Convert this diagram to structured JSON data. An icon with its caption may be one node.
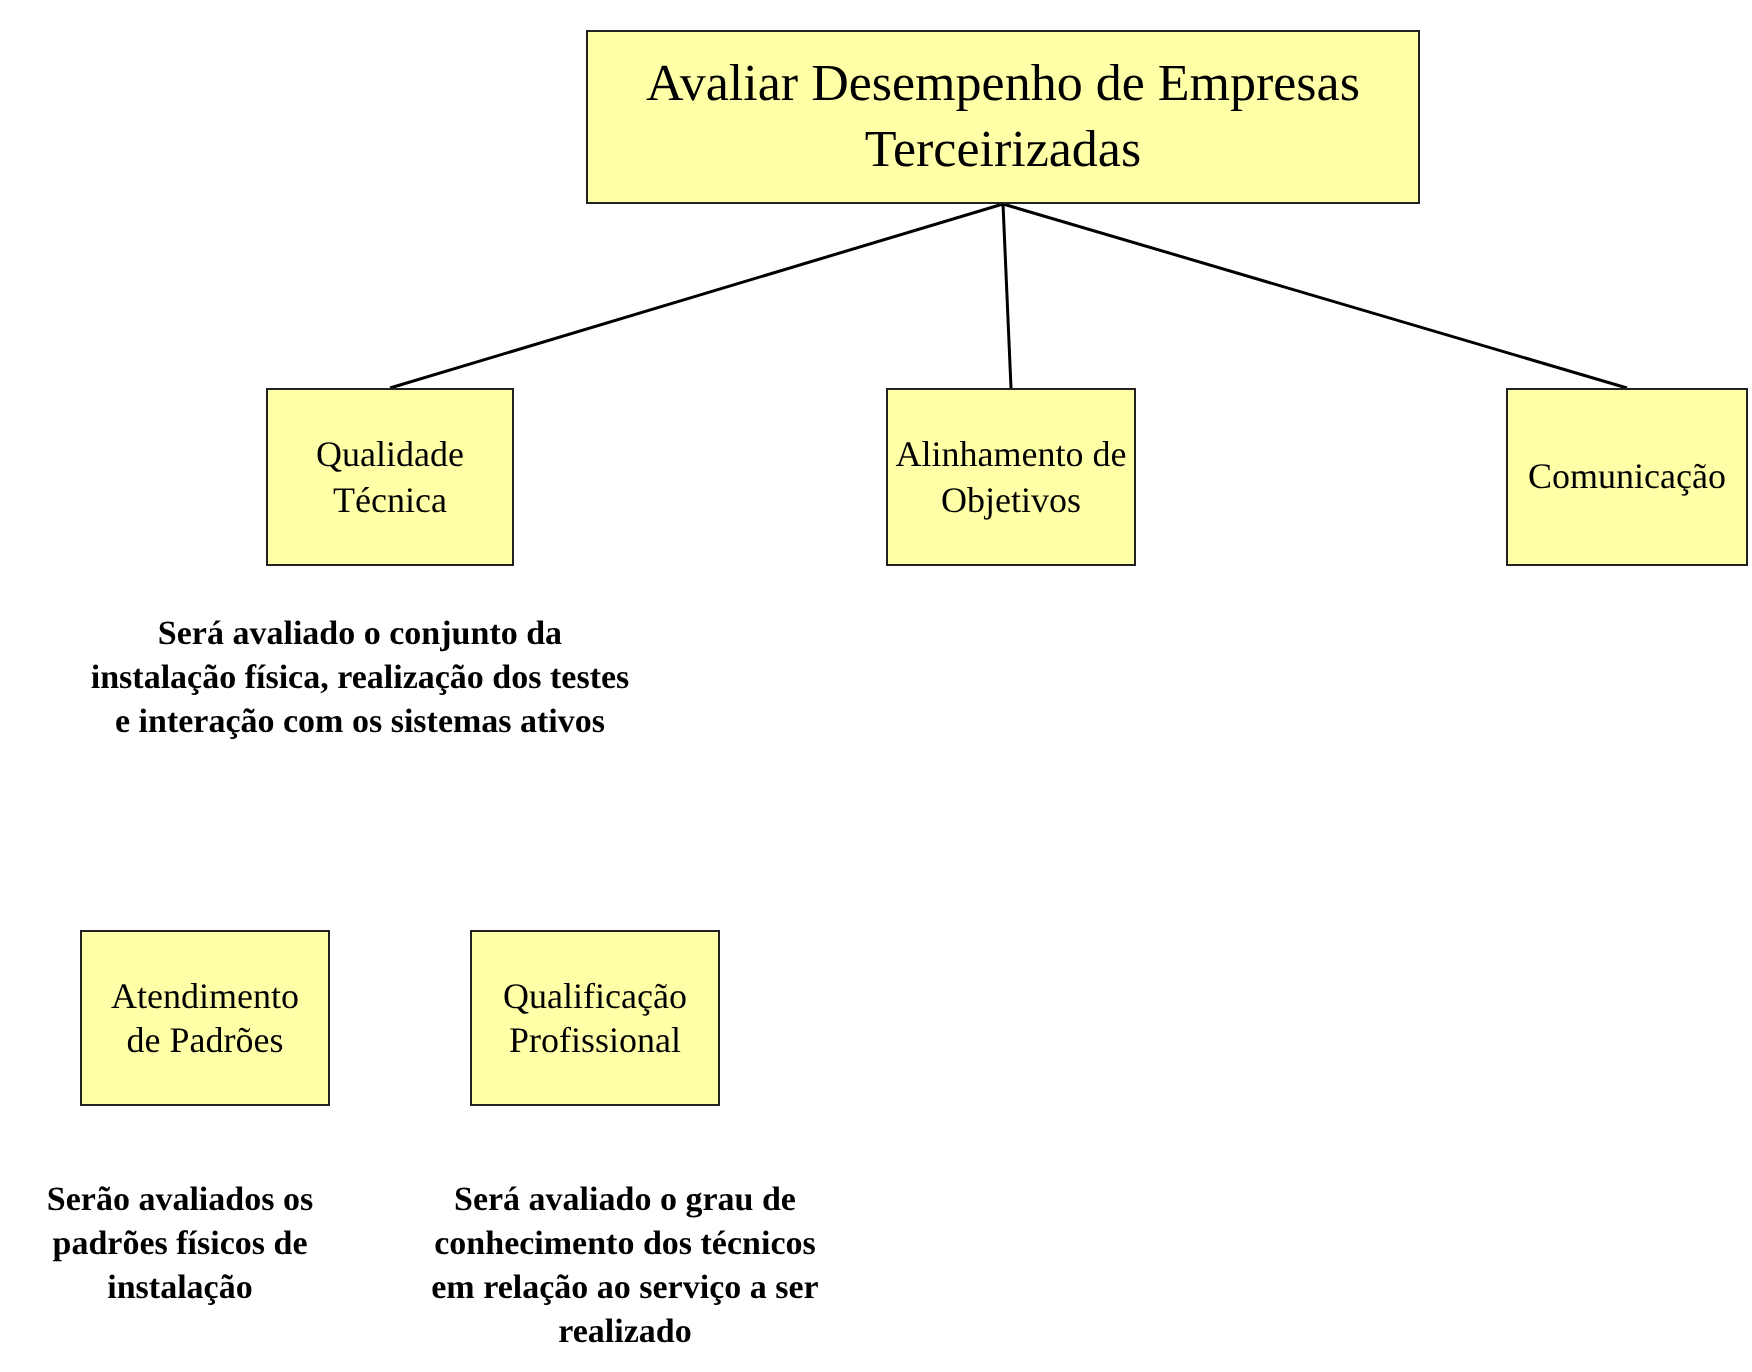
{
  "diagram": {
    "nodes": [
      {
        "text": [
          "Avaliar Desempenho de Empresas Terceirizadas"
        ]
      },
      {
        "text": [
          "Qualidade Técnica"
        ],
        "beside": [
          "Será avaliado o conjunto da instalação física, realização dos testes e interação com os sistemas ativos"
        ]
      },
      {
        "text": [
          "Alinhamento de Objetivos"
        ]
      },
      {
        "text": [
          "Comunicação"
        ]
      },
      {
        "text": [
          "Atendimento de Padrões"
        ],
        "beside": [
          "Serão avaliados os padrões físicos de instalação"
        ]
      },
      {
        "text": [
          "Qualificação Profissional"
        ],
        "beside": [
          "Será avaliado o grau de conhecimento dos técnicos em relação ao serviço a ser realizado"
        ]
      }
    ],
    "edges": [
      {
        "from": 0,
        "to": 1,
        "arrow": "none"
      },
      {
        "from": 0,
        "to": 2,
        "arrow": "none"
      },
      {
        "from": 0,
        "to": 3,
        "arrow": "none"
      }
    ]
  }
}
